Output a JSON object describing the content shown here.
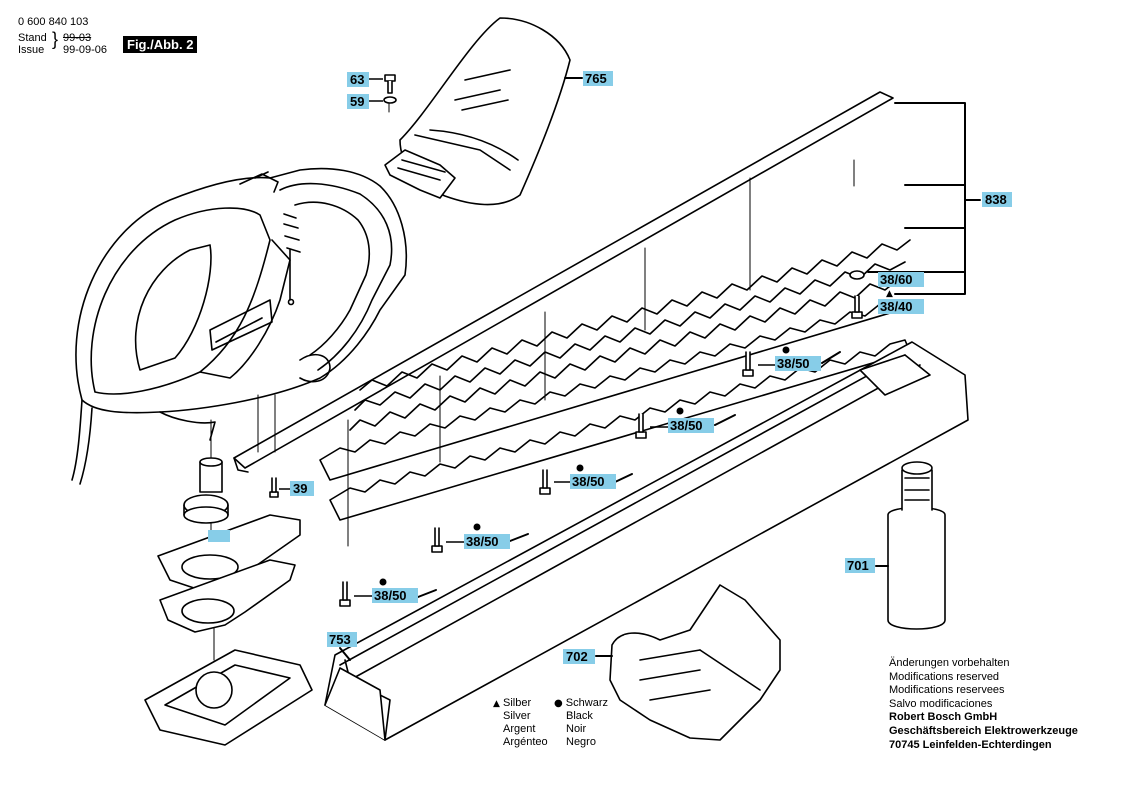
{
  "header": {
    "part_number": "0 600 840 103",
    "stand_label": "Stand",
    "issue_label": "Issue",
    "stand_value": "99-03",
    "issue_value": "99-09-06",
    "figure": "Fig./Abb. 2"
  },
  "callouts": [
    {
      "id": "c63",
      "label": "63"
    },
    {
      "id": "c59",
      "label": "59"
    },
    {
      "id": "c765",
      "label": "765"
    },
    {
      "id": "c838",
      "label": "838"
    },
    {
      "id": "c3860",
      "label": "38/60"
    },
    {
      "id": "c3840",
      "label": "38/40"
    },
    {
      "id": "c3850a",
      "label": "38/50"
    },
    {
      "id": "c3850b",
      "label": "38/50"
    },
    {
      "id": "c3850c",
      "label": "38/50"
    },
    {
      "id": "c3850d",
      "label": "38/50"
    },
    {
      "id": "c3850e",
      "label": "38/50"
    },
    {
      "id": "c39",
      "label": "39"
    },
    {
      "id": "c701",
      "label": "701"
    },
    {
      "id": "c753",
      "label": "753"
    },
    {
      "id": "c702",
      "label": "702"
    }
  ],
  "legend": {
    "triangle_symbol": "▲",
    "dot_symbol": "●",
    "silver": [
      "Silber",
      "Silver",
      "Argent",
      "Argénteo"
    ],
    "black": [
      "Schwarz",
      "Black",
      "Noir",
      "Negro"
    ]
  },
  "notes": {
    "lines": [
      "Änderungen vorbehalten",
      "Modifications reserved",
      "Modifications reservees",
      "Salvo modificaciones"
    ],
    "company": [
      "Robert Bosch GmbH",
      "Geschäftsbereich Elektrowerkzeuge",
      "70745 Leinfelden-Echterdingen"
    ]
  },
  "colors": {
    "label_fill": "#87cde8",
    "line": "#000000"
  }
}
